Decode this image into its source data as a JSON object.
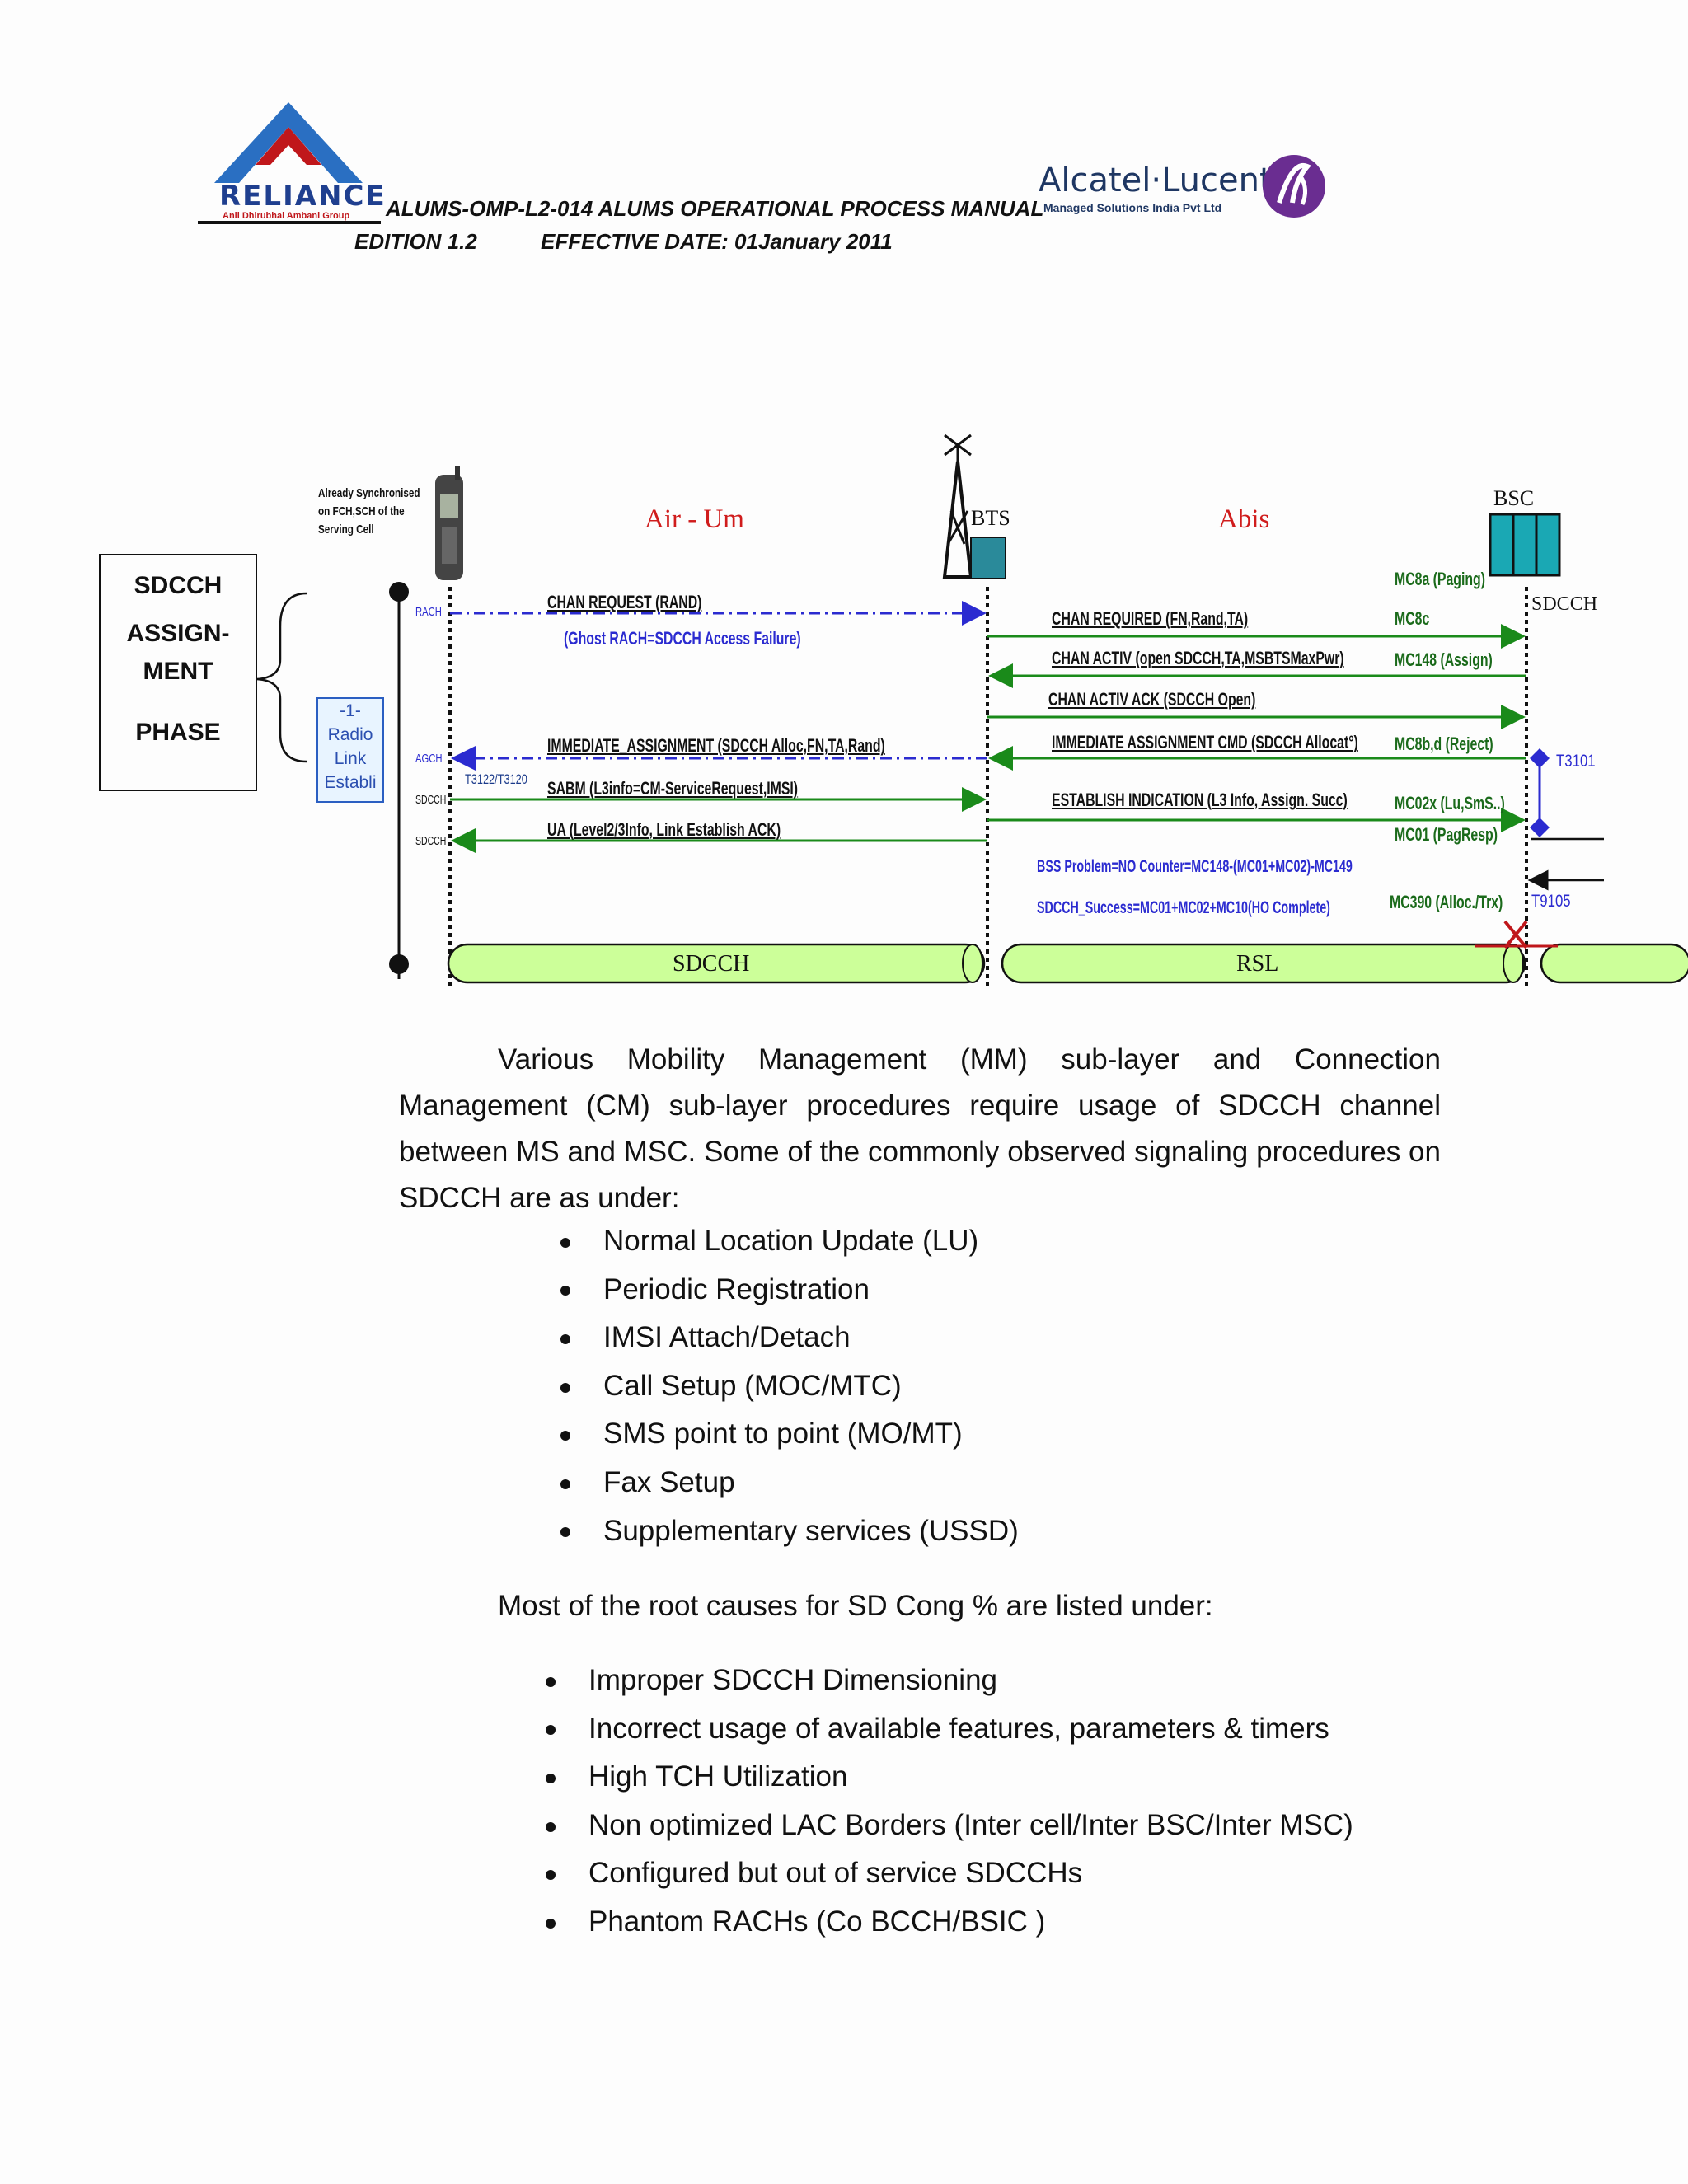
{
  "header": {
    "reliance_logo": {
      "word": "RELIANCE",
      "sub": "Anil Dhirubhai Ambani Group"
    },
    "title": "ALUMS-OMP-L2-014 ALUMS OPERATIONAL PROCESS MANUAL",
    "edition": "EDITION 1.2",
    "effective_date": "EFFECTIVE DATE: 01January  2011",
    "alcatel_logo": {
      "word": "Alcatel·Lucent",
      "sub": "Managed Solutions India Pvt Ltd"
    }
  },
  "phase_box": {
    "line1": "SDCCH",
    "line2": "ASSIGN-",
    "line3": "MENT",
    "line4": "PHASE"
  },
  "diagram": {
    "ms_note_lines": [
      "Already Synchronised",
      "on FCH,SCH of the",
      "Serving Cell"
    ],
    "step_box": [
      "-1-",
      "Radio",
      "Link",
      "Establi"
    ],
    "air_label": "Air - Um",
    "abis_label": "Abis",
    "bts_label": "BTS",
    "bsc_label": "BSC",
    "sdcch_right_label": "SDCCH",
    "channel_labels": {
      "rach": "RACH",
      "agch": "AGCH",
      "sdcch1": "SDCCH",
      "sdcch2": "SDCCH"
    },
    "timers": {
      "t3122": "T3122/T3120",
      "t3101": "T3101",
      "t9105": "T9105"
    },
    "messages": {
      "chan_request": "CHAN REQUEST (RAND)",
      "ghost_rach": "(Ghost RACH=SDCCH Access Failure)",
      "chan_required": "CHAN REQUIRED (FN,Rand,TA)",
      "chan_activ": "CHAN ACTIV (open SDCCH,TA,MSBTSMaxPwr)",
      "chan_activ_ack": "CHAN ACTIV ACK (SDCCH Open)",
      "imm_assign_cmd": "IMMEDIATE ASSIGNMENT CMD (SDCCH Allocat°)",
      "imm_assign": "IMMEDIATE_ASSIGNMENT (SDCCH Alloc,FN,TA,Rand)",
      "sabm": "SABM (L3info=CM-ServiceRequest,IMSI)",
      "ua": "UA (Level2/3Info, Link Establish ACK)",
      "establish_ind": "ESTABLISH INDICATION (L3 Info, Assign. Succ)"
    },
    "counters": {
      "mc8a": "MC8a (Paging)",
      "mc8c": "MC8c",
      "mc148": "MC148 (Assign)",
      "mc8bd": "MC8b,d (Reject)",
      "mc02x": "MC02x (Lu,SmS..)",
      "mc01": "MC01 (PagResp)",
      "mc390": "MC390 (Alloc./Trx)"
    },
    "formulas": {
      "bss_problem": "BSS Problem=NO Counter=MC148-(MC01+MC02)-MC149",
      "sdcch_success": "SDCCH_Success=MC01+MC02+MC10(HO Complete)"
    },
    "pipes": {
      "sdcch": "SDCCH",
      "rsl": "RSL"
    }
  },
  "intro_paragraph": "Various Mobility Management (MM) sub-layer and Connection Management (CM) sub-layer procedures require usage of SDCCH channel between MS and MSC. Some of the commonly observed signaling procedures on SDCCH are as under:",
  "procedures": [
    "Normal Location Update (LU)",
    "Periodic Registration",
    "IMSI Attach/Detach",
    "Call Setup (MOC/MTC)",
    "SMS point to point (MO/MT)",
    "Fax Setup",
    "Supplementary services (USSD)"
  ],
  "root_causes_intro": "Most of the root causes for SD Cong % are listed under:",
  "root_causes": [
    "Improper SDCCH Dimensioning",
    "Incorrect usage of available features,  parameters & timers",
    "High TCH Utilization",
    "Non optimized LAC Borders (Inter cell/Inter BSC/Inter MSC)",
    "Configured but out of service SDCCHs",
    "Phantom RACHs (Co BCCH/BSIC )"
  ]
}
